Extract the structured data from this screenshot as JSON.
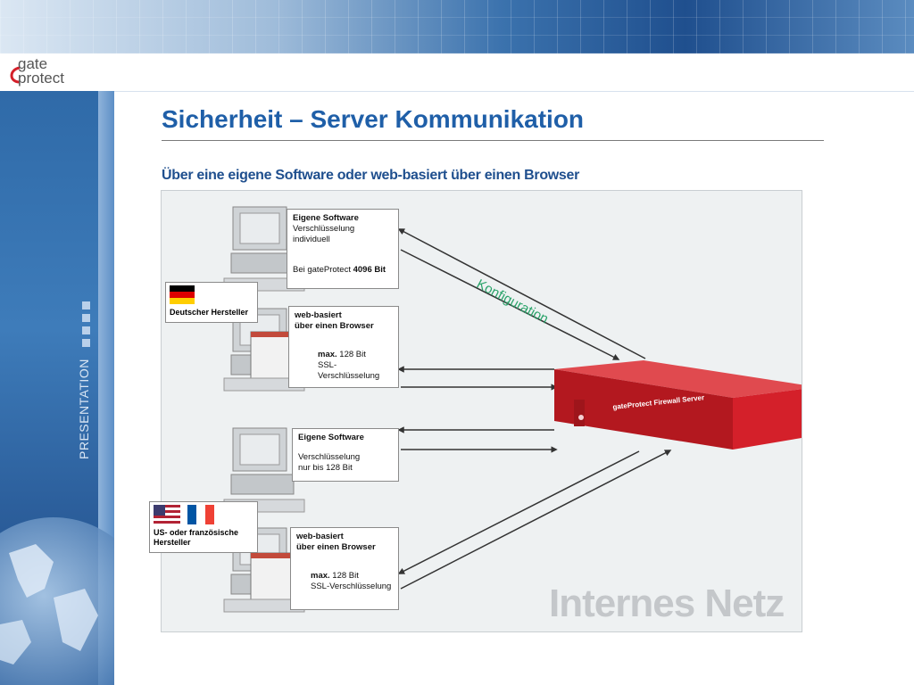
{
  "header": {
    "logo_line1": "gate",
    "logo_line2": "protect",
    "side_label": "PRESENTATION"
  },
  "slide": {
    "title": "Sicherheit – Server Kommunikation",
    "subtitle": "Über eine eigene Software oder web-basiert über einen Browser"
  },
  "diagram": {
    "config_label": "Konfiguration",
    "server_label": "gateProtect Firewall Server",
    "network_label": "Internes Netz",
    "flags": [
      {
        "label": "Deutscher Hersteller"
      },
      {
        "label": "US- oder französische Hersteller"
      }
    ],
    "boxes": [
      {
        "line1": "Eigene Software",
        "line2": "Verschlüsselung individuell",
        "line3_prefix": "Bei gateProtect ",
        "line3_bold": "4096 Bit"
      },
      {
        "line1": "web-basiert",
        "line2": "über einen Browser",
        "line3_bold": "max.",
        "line3_rest": " 128 Bit",
        "line4": "SSL-Verschlüsselung"
      },
      {
        "line1": "Eigene Software",
        "line2": "Verschlüsselung",
        "line3": "nur bis 128 Bit"
      },
      {
        "line1": "web-basiert",
        "line2": "über einen Browser",
        "line3_bold": "max.",
        "line3_rest": " 128 Bit",
        "line4": "SSL-Verschlüsselung"
      }
    ]
  },
  "colors": {
    "title_blue": "#1f5fa8",
    "server_red": "#d4202a",
    "config_green": "#2aa36a"
  }
}
